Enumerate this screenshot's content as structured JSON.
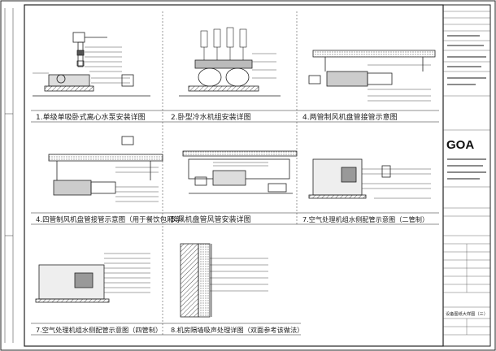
{
  "sheet": {
    "panels": [
      {
        "caption": "1.单级单吸卧式离心水泵安装详图"
      },
      {
        "caption": "2.卧型冷水机组安装详图"
      },
      {
        "caption": "4.两管制风机盘管接管示意图"
      },
      {
        "caption": "4.四管制风机盘管接管示意图（用于餐饮包厢等）"
      },
      {
        "caption": "5.风机盘管风管安装详图"
      },
      {
        "caption": "7.空气处理机组水侧配管示意图（二管制）"
      },
      {
        "caption": "7.空气处理机组水侧配管示意图（四管制）"
      },
      {
        "caption": "8.机房隔墙吸声处理详图（双面参考该做法）"
      }
    ]
  },
  "title_block": {
    "logo": "GOA",
    "drawing_title": "设备图纸大样图（三）"
  },
  "colors": {
    "line": "#222222",
    "hatch": "#555555",
    "background": "#ffffff"
  }
}
